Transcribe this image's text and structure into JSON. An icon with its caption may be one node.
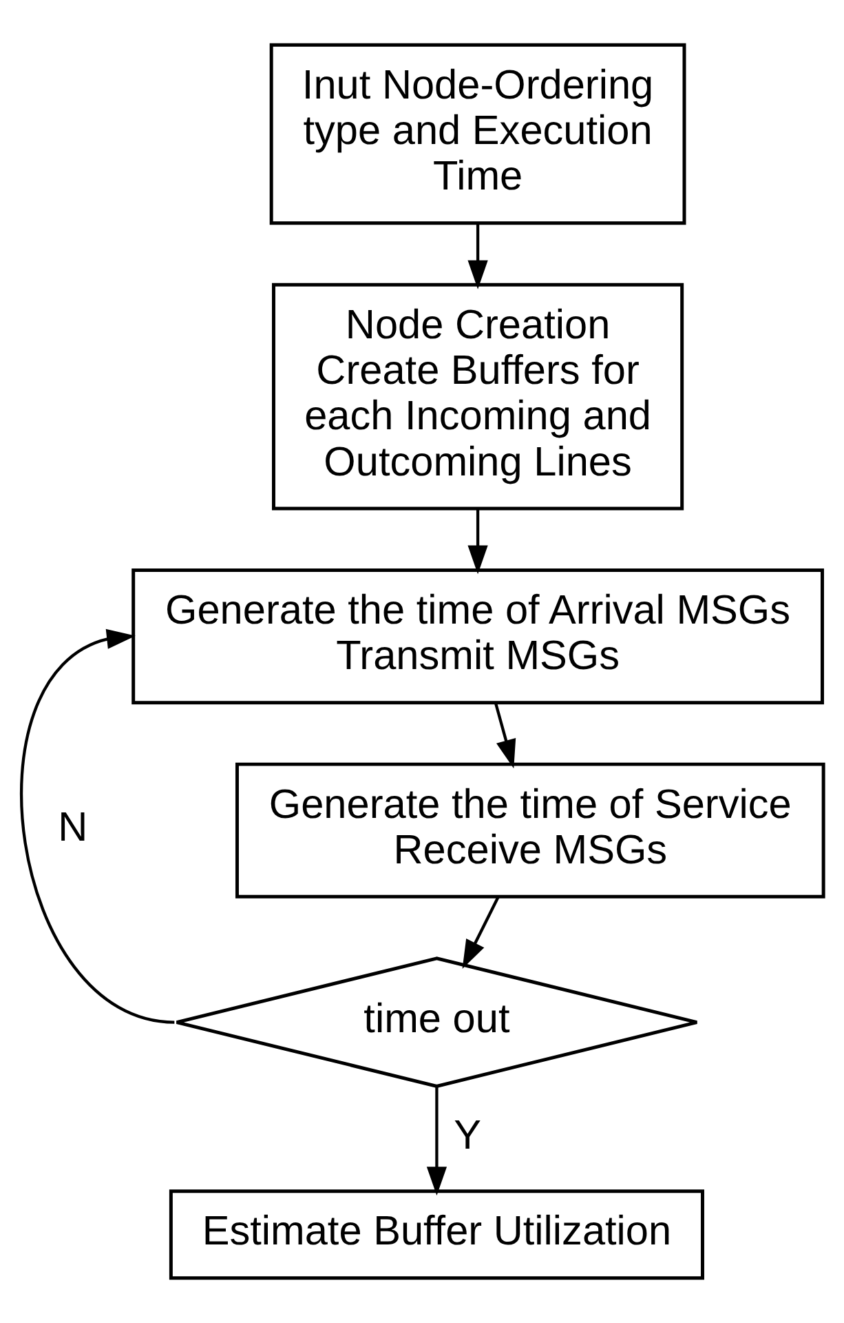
{
  "diagram": {
    "nodes": [
      {
        "text": [
          "Inut Node-Ordering type and Execution Time"
        ]
      },
      {
        "text": [
          "Node Creation",
          "Create Buffers for each Incoming and Outcoming Lines"
        ]
      },
      {
        "text": [
          "Generate the time of Arrival MSGs",
          "Transmit MSGs"
        ]
      },
      {
        "text": [
          "Generate the time of Service",
          "Receive MSGs"
        ]
      },
      {
        "text": [
          "time out"
        ]
      },
      {
        "text": [
          "Estimate Buffer Utilization"
        ]
      }
    ],
    "edges": [
      {
        "from": 0,
        "to": 1,
        "arrow": "to"
      },
      {
        "from": 1,
        "to": 2,
        "arrow": "to"
      },
      {
        "from": 2,
        "to": 3,
        "arrow": "to"
      },
      {
        "from": 3,
        "to": 4,
        "arrow": "to"
      },
      {
        "from": 4,
        "to": 5,
        "arrow": "to",
        "label": "Y"
      },
      {
        "from": 4,
        "to": 2,
        "arrow": "to",
        "label": "N"
      }
    ]
  }
}
